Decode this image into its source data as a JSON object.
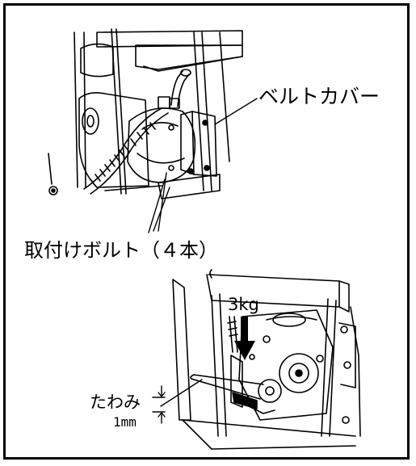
{
  "figure": {
    "labels": {
      "belt_cover": "ベルトカバー",
      "mounting_bolts": "取付けボルト（４本）",
      "press_force": "3kg",
      "deflection": "たわみ",
      "deflection_amount": "1mm"
    },
    "colors": {
      "line": "#000000",
      "background": "#ffffff"
    }
  }
}
